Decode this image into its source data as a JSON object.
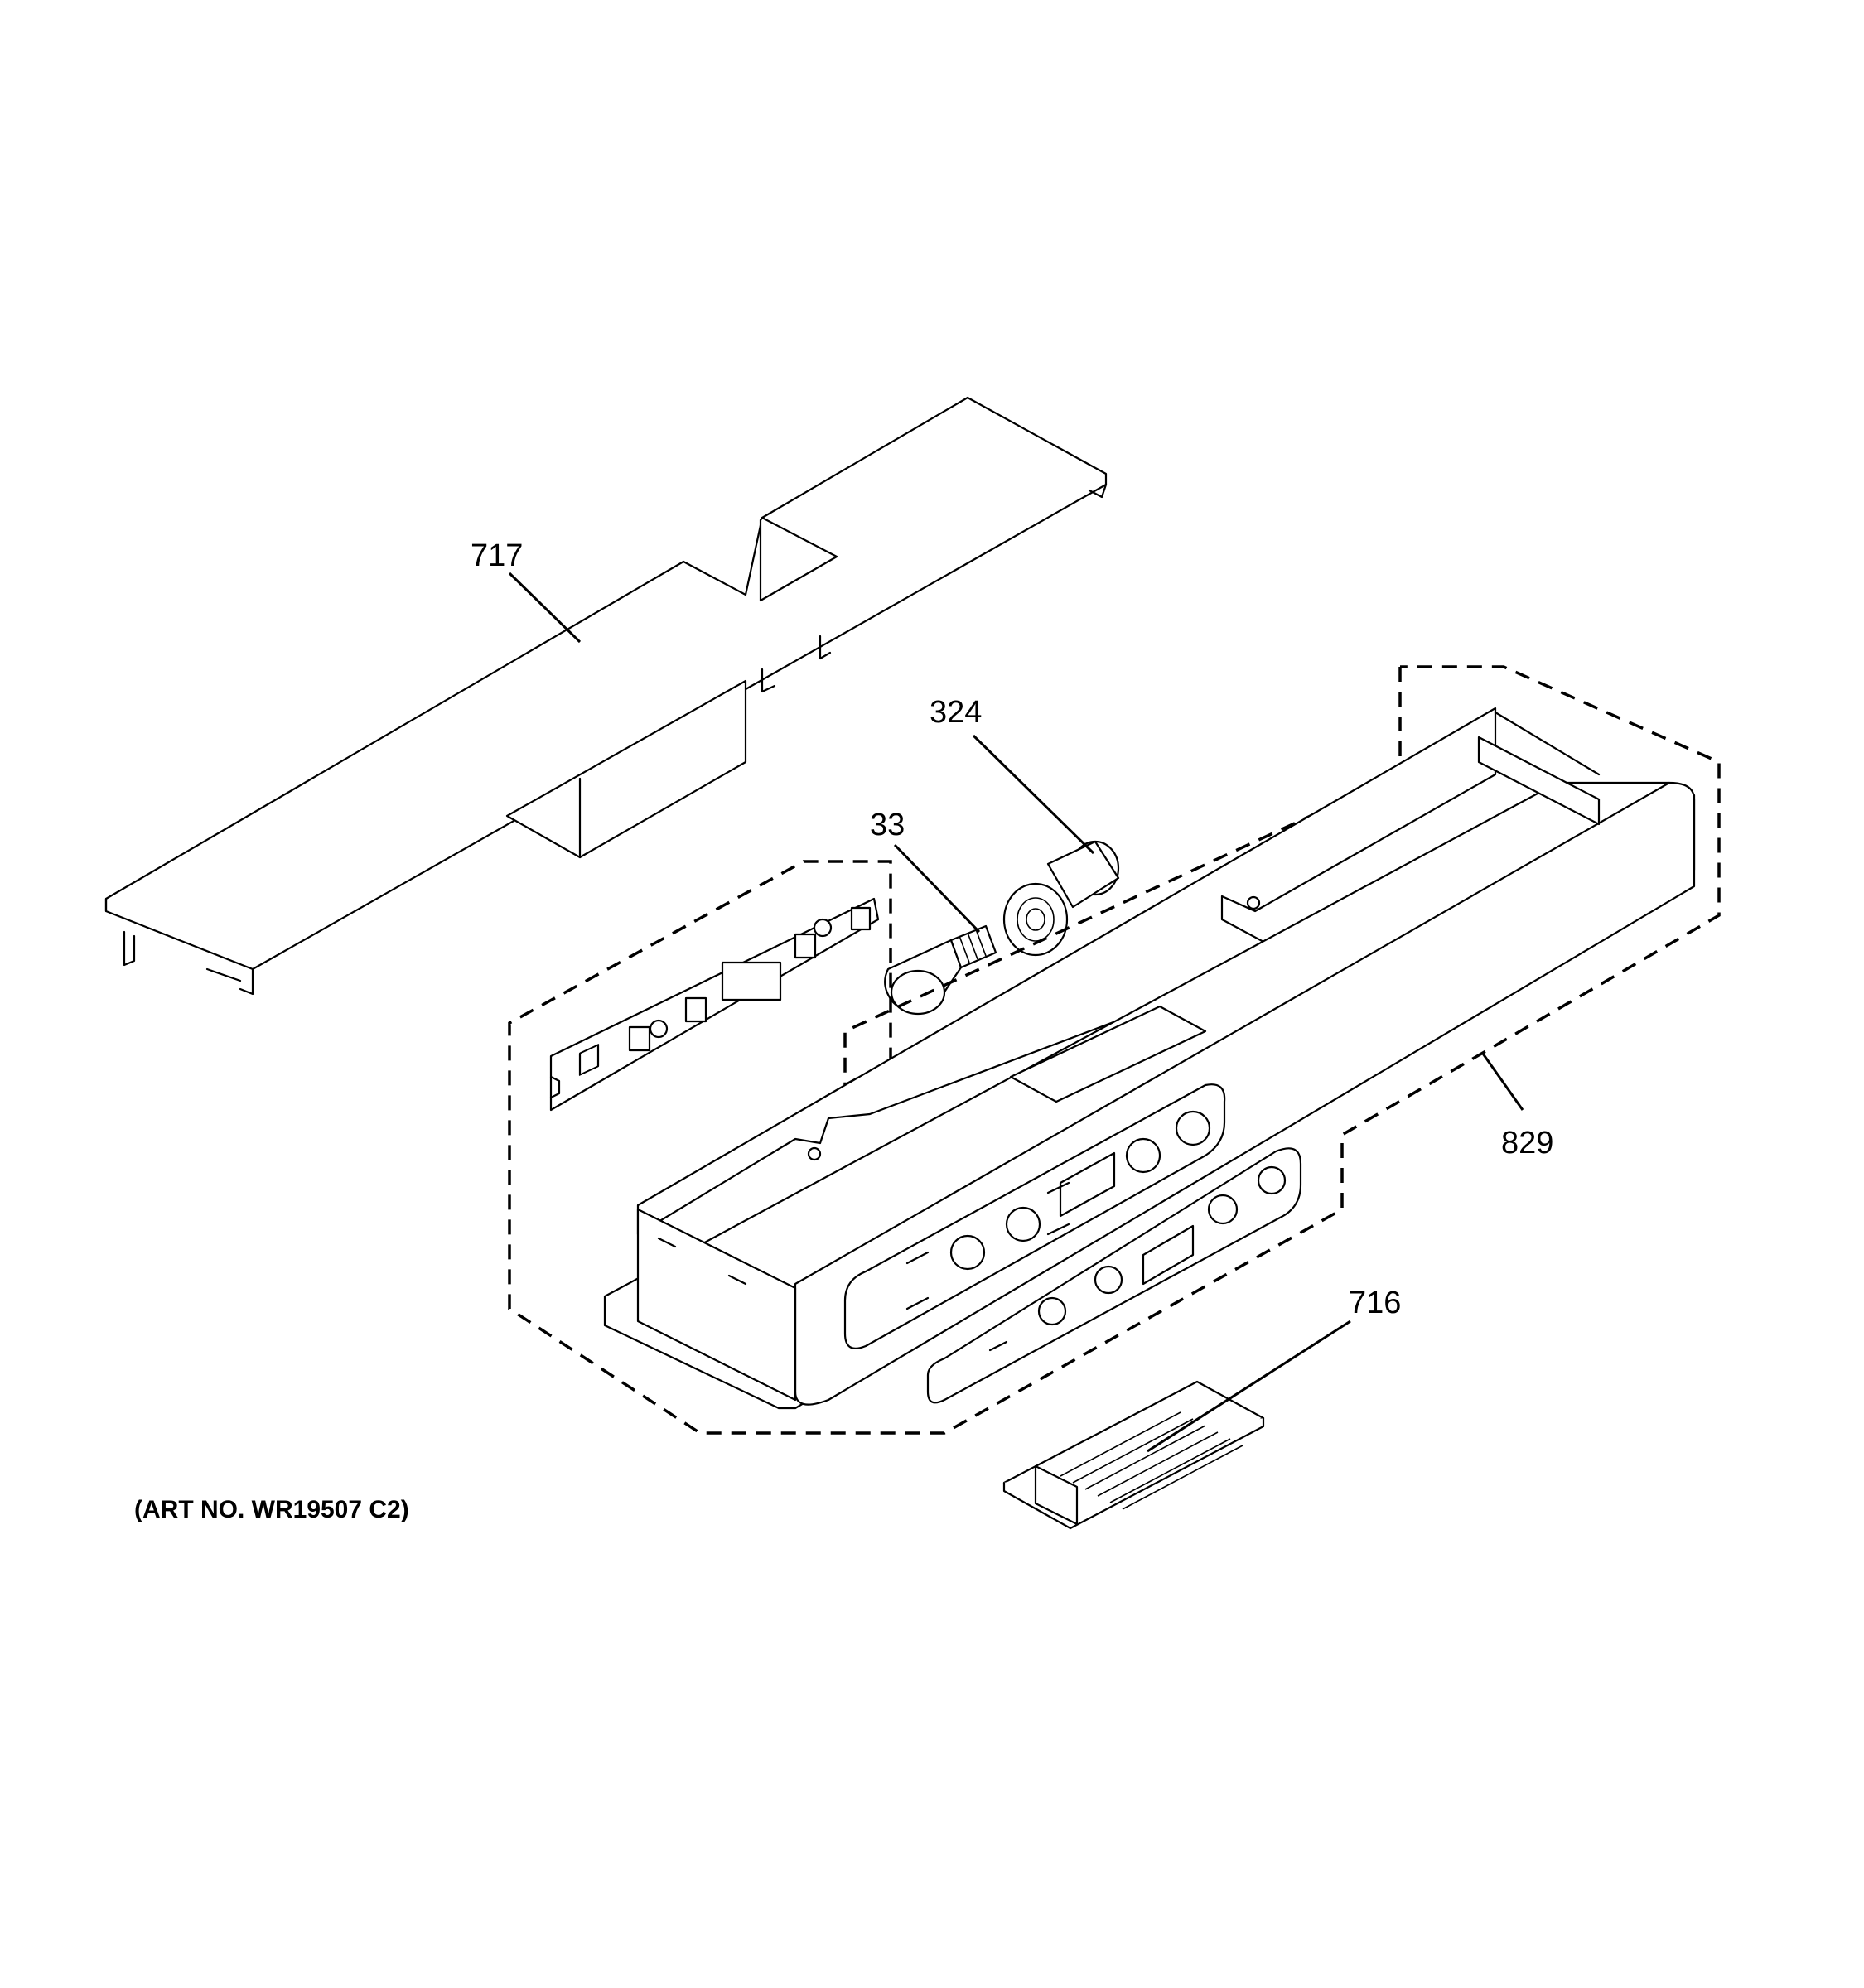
{
  "callouts": [
    {
      "id": "717",
      "label": "717"
    },
    {
      "id": "324",
      "label": "324"
    },
    {
      "id": "33",
      "label": "33"
    },
    {
      "id": "829",
      "label": "829"
    },
    {
      "id": "716",
      "label": "716"
    }
  ],
  "art_number": "(ART NO. WR19507 C2)"
}
